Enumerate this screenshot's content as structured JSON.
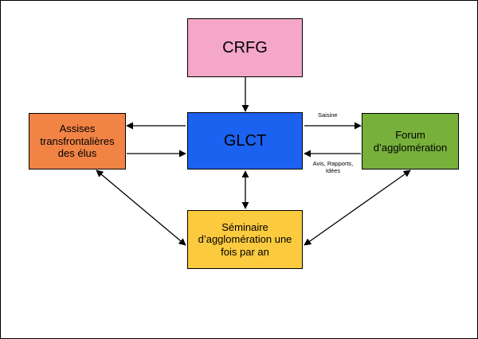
{
  "nodes": {
    "crfg": "CRFG",
    "glct": "GLCT",
    "assises": "Assises transfrontalières des élus",
    "forum": "Forum d’agglomération",
    "seminaire": "Séminaire d’agglomération une fois par an"
  },
  "edge_labels": {
    "saisine": "Saisine",
    "avis": "Avis, Rapports, Idées"
  },
  "colors": {
    "crfg": "#f4a7c8",
    "glct": "#1c62f0",
    "assises": "#f18445",
    "forum": "#77b13b",
    "seminaire": "#fbca3f"
  }
}
